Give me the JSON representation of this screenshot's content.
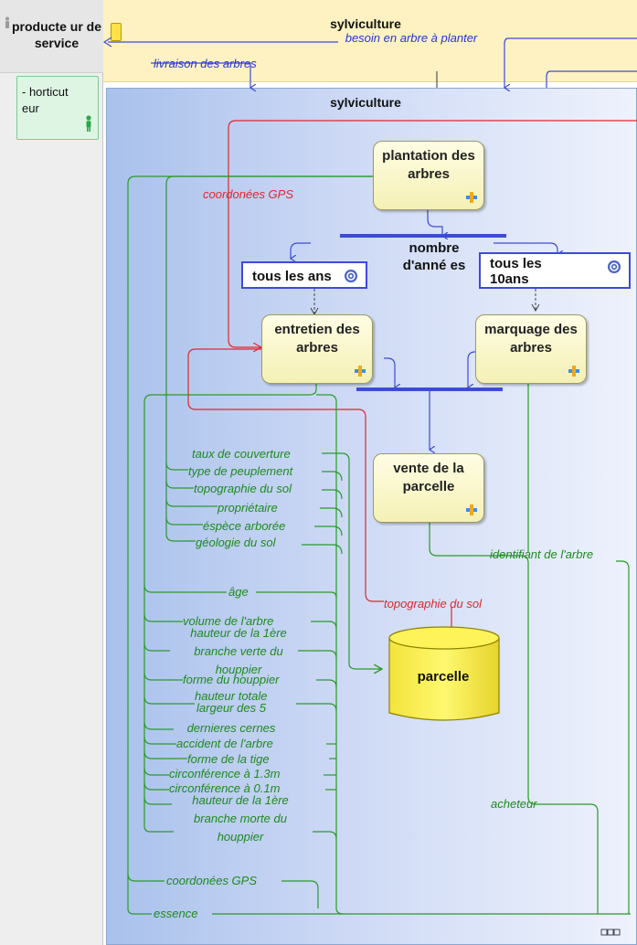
{
  "lane": {
    "title": "producte ur de service",
    "role": "- horticut eur"
  },
  "top_band": {
    "title": "sylviculture",
    "flows": [
      "besoin en arbre à planter",
      "livraison des arbres"
    ]
  },
  "sub_process": {
    "title": "sylviculture"
  },
  "tasks": {
    "plantation": "plantation des arbres",
    "entretien": "entretien des arbres",
    "marquage": "marquage des arbres",
    "vente": "vente de la parcelle"
  },
  "gateway_label": "nombre d'anné es",
  "conditions": {
    "annual": "tous les ans",
    "decade": "tous les 10ans"
  },
  "data_store": "parcelle",
  "red_labels": {
    "gps_top": "coordonées GPS",
    "topo": "topographie du sol"
  },
  "green_labels": {
    "group1": [
      "taux de couverture",
      "type de peuplement",
      "topographie du sol",
      "propriétaire",
      "éspèce arborée",
      "géologie du sol"
    ],
    "age": "âge",
    "group2": [
      "volume de l'arbre",
      "hauteur de la 1ère branche verte du houppier",
      "forme du houppier",
      "hauteur totale",
      "largeur des 5 dernieres cernes",
      "accident de l'arbre",
      "forme de la tige",
      "circonférence à 1.3m",
      "circonférence à 0.1m",
      "hauteur de la 1ère branche morte du houppier"
    ],
    "gps_bottom": "coordonées GPS",
    "essence": "essence",
    "identifiant": "identifiant de l'arbre",
    "acheteur": "acheteur"
  },
  "colors": {
    "task_fill": "#f7f3c0",
    "flow_blue": "#3d4bd6",
    "flow_green": "#2a9a2a",
    "flow_red": "#e0282d",
    "db_fill": "#fff34a"
  }
}
